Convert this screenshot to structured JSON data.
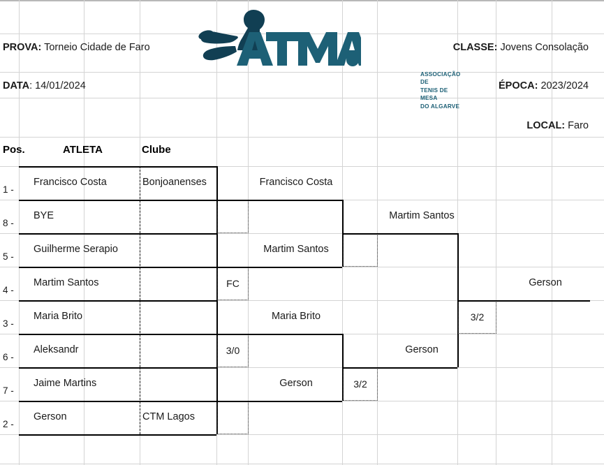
{
  "header": {
    "prova_label": "PROVA:",
    "prova_value": "Torneio Cidade de Faro",
    "data_label": "DATA",
    "data_value": ": 14/01/2024",
    "classe_label": "CLASSE:",
    "classe_value": "Jovens Consolação",
    "epoca_label": "ÉPOCA:",
    "epoca_value": "2023/2024",
    "local_label": "LOCAL:",
    "local_value": "Faro"
  },
  "logo": {
    "wordmark": "ATMA.",
    "line1": "Associação de",
    "line2": "Tenis de Mesa",
    "line3": "do Algarve",
    "color": "#1d6076"
  },
  "columns": {
    "pos": "Pos.",
    "atleta": "ATLETA",
    "clube": "Clube"
  },
  "bracket": {
    "round1": [
      {
        "seed": "1 -",
        "name": "Francisco Costa",
        "club": "Bonjoanenses"
      },
      {
        "seed": "8 -",
        "name": "BYE",
        "club": ""
      },
      {
        "seed": "5 -",
        "name": "Guilherme Serapio",
        "club": ""
      },
      {
        "seed": "4 -",
        "name": "Martim Santos",
        "club": ""
      },
      {
        "seed": "3 -",
        "name": "Maria Brito",
        "club": ""
      },
      {
        "seed": "6 -",
        "name": "Aleksandr",
        "club": ""
      },
      {
        "seed": "7 -",
        "name": "Jaime Martins",
        "club": ""
      },
      {
        "seed": "2 -",
        "name": "Gerson",
        "club": "CTM Lagos"
      }
    ],
    "quarterfinals": [
      {
        "winner": "Francisco Costa",
        "score": ""
      },
      {
        "winner": "Martim Santos",
        "score": "FC"
      },
      {
        "winner": "Maria Brito",
        "score": "3/0"
      },
      {
        "winner": "Gerson",
        "score": ""
      }
    ],
    "semifinals": [
      {
        "winner": "Martim Santos",
        "score": ""
      },
      {
        "winner": "Gerson",
        "score": "3/2"
      }
    ],
    "final": {
      "winner": "Gerson",
      "score": "3/2"
    }
  }
}
